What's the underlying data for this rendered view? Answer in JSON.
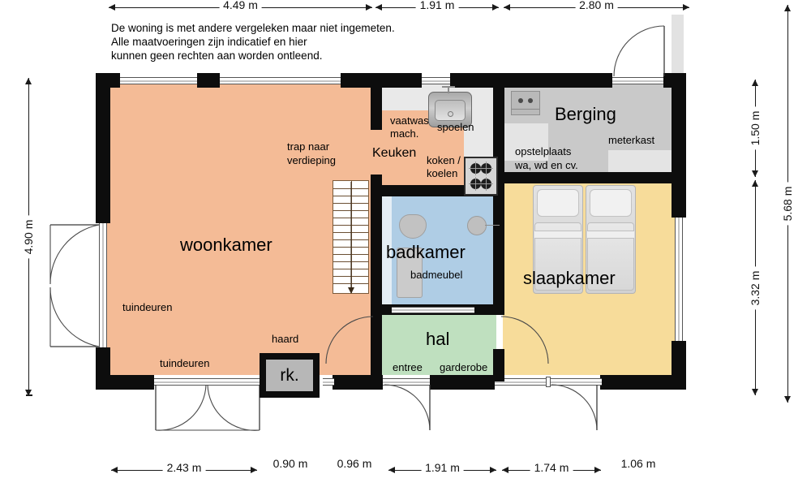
{
  "disclaimer": "De woning is met andere vergeleken maar niet ingemeten.\nAlle maatvoeringen zijn indicatief en hier\nkunnen geen rechten aan worden ontleend.",
  "dimensions": {
    "top": [
      {
        "label": "4.49 m",
        "value": 4.49
      },
      {
        "label": "1.91 m",
        "value": 1.91
      },
      {
        "label": "2.80 m",
        "value": 2.8
      }
    ],
    "bottom": [
      {
        "label": "2.43 m",
        "value": 2.43
      },
      {
        "label": "0.90 m",
        "value": 0.9
      },
      {
        "label": "0.96 m",
        "value": 0.96
      },
      {
        "label": "1.91 m",
        "value": 1.91
      },
      {
        "label": "1.74 m",
        "value": 1.74
      },
      {
        "label": "1.06 m",
        "value": 1.06
      }
    ],
    "left": [
      {
        "label": "4.90 m",
        "value": 4.9
      }
    ],
    "right_inner": [
      {
        "label": "1.50 m",
        "value": 1.5
      },
      {
        "label": "3.32 m",
        "value": 3.32
      }
    ],
    "right_outer": [
      {
        "label": "5.68 m",
        "value": 5.68
      }
    ]
  },
  "rooms": {
    "woonkamer": {
      "name": "woonkamer",
      "color": "#F4BB96"
    },
    "keuken": {
      "name": "Keuken",
      "color": "#F4BB96"
    },
    "badkamer": {
      "name": "badkamer",
      "color": "#AFCDE5"
    },
    "hal": {
      "name": "hal",
      "color": "#BFE0BF"
    },
    "slaapkamer": {
      "name": "slaapkamer",
      "color": "#F7DC9A"
    },
    "berging": {
      "name": "Berging",
      "color": "#C9C9C9"
    }
  },
  "annotations": {
    "trap": "trap naar\nverdieping",
    "tuindeuren_left": "tuindeuren",
    "tuindeuren_bottom": "tuindeuren",
    "haard": "haard",
    "rk": "rk.",
    "vaatwas": "vaatwas\nmach.",
    "spoelen": "spoelen",
    "koken_koelen": "koken /\nkoelen",
    "badmeubel": "badmeubel",
    "entree": "entree",
    "garderobe": "garderobe",
    "opstelplaats": "opstelplaats\nwa, wd en cv.",
    "meterkast": "meterkast"
  },
  "colors": {
    "wall": "#0D0D0D",
    "living": "#F4BB96",
    "bath": "#AFCDE5",
    "hall": "#BFE0BF",
    "bedroom": "#F7DC9A",
    "storage": "#C9C9C9",
    "kitchen_counter": "#E9E9E9",
    "dimension_line": "#1A1A1A"
  }
}
